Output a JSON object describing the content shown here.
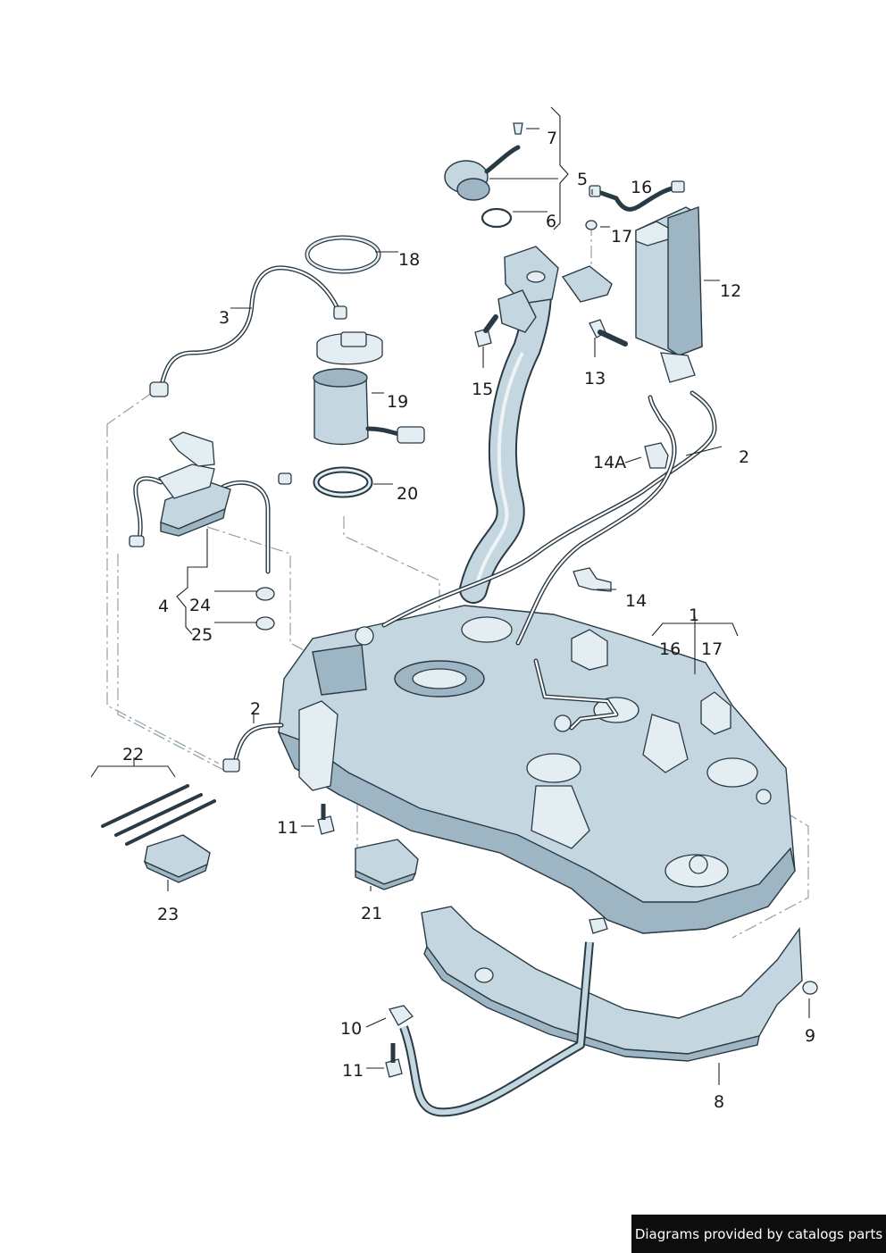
{
  "callouts": {
    "c1": "1",
    "c2a": "2",
    "c2b": "2",
    "c3": "3",
    "c4": "4",
    "c5": "5",
    "c6": "6",
    "c7": "7",
    "c8": "8",
    "c9": "9",
    "c10": "10",
    "c11a": "11",
    "c11b": "11",
    "c12": "12",
    "c13": "13",
    "c14": "14",
    "c14a": "14A",
    "c15": "15",
    "c16a": "16",
    "c16b": "16",
    "c17a": "17",
    "c17b": "17",
    "c18": "18",
    "c19": "19",
    "c20": "20",
    "c21": "21",
    "c22": "22",
    "c23": "23",
    "c24": "24",
    "c25": "25"
  },
  "footer": {
    "text": "Diagrams provided by catalogs parts"
  }
}
